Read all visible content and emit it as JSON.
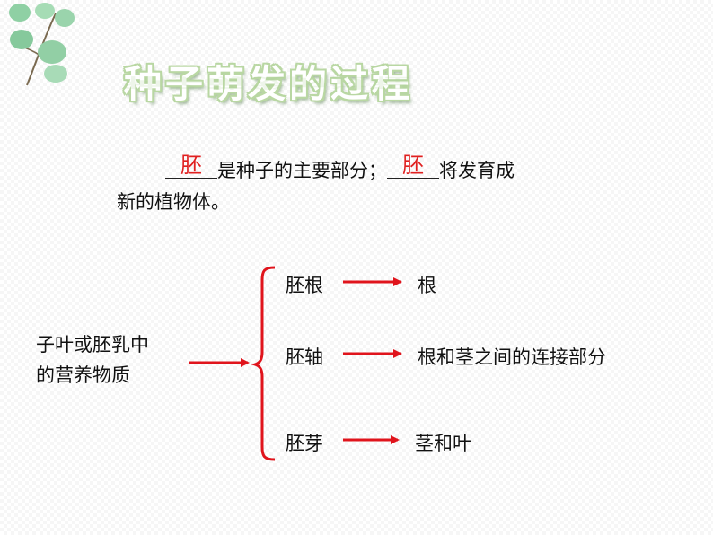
{
  "title": "种子萌发的过程",
  "intro": {
    "line1_rest": "是种子的主要部分；",
    "line1_end": "将发育成",
    "line2": "新的植物体。",
    "blank1_answer": "胚",
    "blank2_answer": "胚"
  },
  "source_label": {
    "line1": "子叶或胚乳中",
    "line2": "的营养物质"
  },
  "branches": [
    {
      "part": "胚根",
      "result": "根"
    },
    {
      "part": "胚轴",
      "result": "根和茎之间的连接部分"
    },
    {
      "part": "胚芽",
      "result": "茎和叶"
    }
  ],
  "colors": {
    "answer": "#e02020",
    "arrow": "#e0141c",
    "title_outline": "#b9d7a3",
    "leaf": "#8dc9a0"
  }
}
